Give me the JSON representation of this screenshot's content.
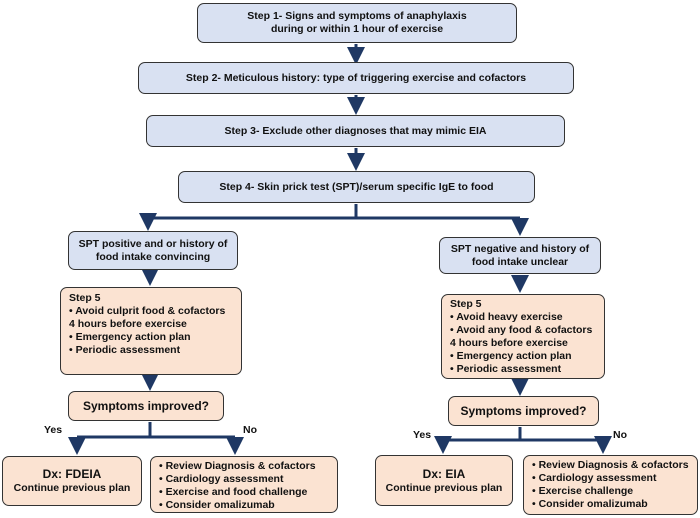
{
  "steps": {
    "step1": "Step 1- Signs and symptoms of anaphylaxis\nduring or within 1 hour of exercise",
    "step2": "Step 2- Meticulous history: type of triggering exercise and cofactors",
    "step3": "Step 3- Exclude other diagnoses that may mimic EIA",
    "step4": "Step 4- Skin prick test (SPT)/serum specific IgE to food"
  },
  "left": {
    "condition": "SPT positive and or history of\nfood intake convincing",
    "step5": [
      "Step 5",
      "• Avoid culprit food & cofactors",
      "4 hours before exercise",
      "• Emergency action plan",
      "• Periodic assessment"
    ],
    "question": "Symptoms improved?",
    "yes_label": "Yes",
    "no_label": "No",
    "dx_title": "Dx: FDEIA",
    "dx_sub": "Continue previous plan",
    "no_items": [
      "• Review Diagnosis & cofactors",
      "• Cardiology assessment",
      "• Exercise and food challenge",
      "• Consider omalizumab"
    ]
  },
  "right": {
    "condition": "SPT negative and history of\nfood intake unclear",
    "step5": [
      "Step 5",
      "• Avoid heavy exercise",
      "• Avoid any food & cofactors",
      "4 hours before exercise",
      "• Emergency action plan",
      "• Periodic assessment"
    ],
    "question": "Symptoms improved?",
    "yes_label": "Yes",
    "no_label": "No",
    "dx_title": "Dx: EIA",
    "dx_sub": "Continue previous plan",
    "no_items": [
      "• Review Diagnosis & cofactors",
      "• Cardiology assessment",
      "• Exercise challenge",
      "• Consider omalizumab"
    ]
  },
  "colors": {
    "arrow": "#1f3864",
    "blue_box": "#d9e1f2",
    "peach_box": "#fbe3d2"
  }
}
